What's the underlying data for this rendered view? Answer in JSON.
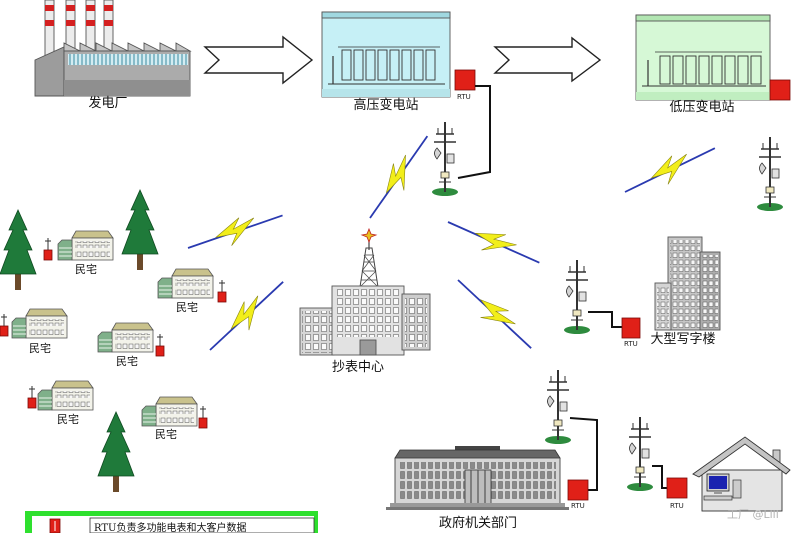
{
  "labels": {
    "power_plant": "发电厂",
    "hv_substation": "高压变电站",
    "lv_substation": "低压变电站",
    "meter_reading_center": "抄表中心",
    "office_building": "大型写字楼",
    "government": "政府机关部门",
    "residences": [
      "民宅",
      "民宅",
      "民宅",
      "民宅",
      "民宅",
      "民宅"
    ]
  },
  "rtu_labels": {
    "hv_substation": "RTU",
    "office_building": "RTU",
    "government": "RTU",
    "home": "RTU"
  },
  "note": "RTU负责多功能电表和大客户数据",
  "watermark": "工厂 @Lili",
  "colors": {
    "rtu": "#e02018",
    "bolt": "#f2ee1a",
    "signal": "#2a3ab0",
    "hv_substation": "#c6f0f6",
    "lv_substation": "#d6f8d6",
    "note_box": "#2ee02e",
    "tree": "#1f7a3a"
  }
}
